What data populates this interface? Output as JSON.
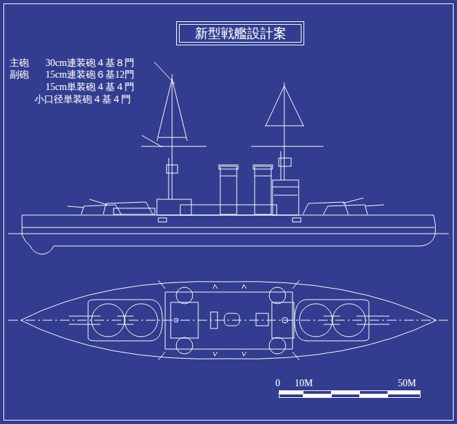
{
  "diagram": {
    "title": "新型戦艦設計案",
    "labels": [
      "主砲",
      "30cm連装砲４基８門",
      "副砲",
      "15cm連装砲６基12門",
      "15cm単装砲４基４門",
      "小口径単装砲４基４門",
      "0",
      "10M",
      "50M"
    ]
  }
}
